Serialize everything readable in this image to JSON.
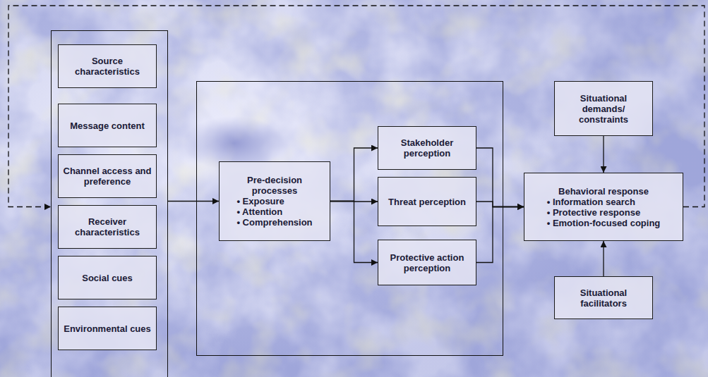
{
  "diagram": {
    "nodes": [
      {
        "text": []
      },
      {
        "text": [
          "Source characteristics"
        ],
        "in": 0
      },
      {
        "text": [
          "Message content"
        ],
        "in": 0
      },
      {
        "text": [
          "Channel access and preference"
        ],
        "in": 0
      },
      {
        "text": [
          "Receiver characteristics"
        ],
        "in": 0
      },
      {
        "text": [
          "Social cues"
        ],
        "in": 0
      },
      {
        "text": [
          "Environmental cues"
        ],
        "in": 0
      },
      {
        "text": []
      },
      {
        "text": [
          "Pre-decision processes",
          "• Exposure",
          "• Attention",
          "• Comprehension"
        ],
        "in": 7
      },
      {
        "text": [
          "Stakeholder perception"
        ],
        "in": 7
      },
      {
        "text": [
          "Threat perception"
        ],
        "in": 7
      },
      {
        "text": [
          "Protective action perception"
        ],
        "in": 7
      },
      {
        "text": [
          "Situational demands/ constraints"
        ]
      },
      {
        "text": [
          "Behavioral response",
          "• Information search",
          "• Protective response",
          "• Emotion-focused coping"
        ]
      },
      {
        "text": [
          "Situational facilitators"
        ]
      }
    ],
    "edges": [
      {
        "from": 0,
        "to": 8,
        "arrow": "to"
      },
      {
        "from": 8,
        "to": 9,
        "arrow": "to"
      },
      {
        "from": 8,
        "to": 10,
        "arrow": "to"
      },
      {
        "from": 8,
        "to": 11,
        "arrow": "to"
      },
      {
        "from": 9,
        "to": 13,
        "arrow": "to"
      },
      {
        "from": 10,
        "to": 13,
        "arrow": "to"
      },
      {
        "from": 11,
        "to": 13,
        "arrow": "to"
      },
      {
        "from": 12,
        "to": 13,
        "arrow": "to"
      },
      {
        "from": 14,
        "to": 13,
        "arrow": "to"
      },
      {
        "from": 13,
        "to": 0,
        "arrow": "to"
      }
    ]
  }
}
